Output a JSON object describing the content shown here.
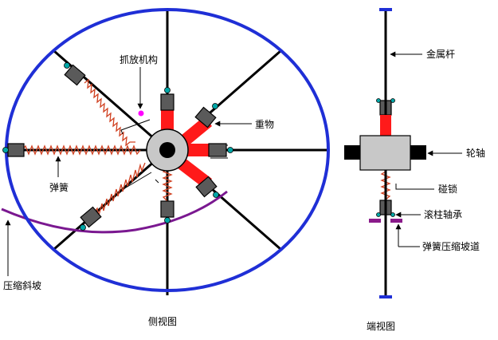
{
  "side_view": {
    "caption": "侧视图",
    "labels": {
      "grab_mechanism": "抓放机构",
      "weight": "重物",
      "spring": "弹簧",
      "compression_slope": "压缩斜坡"
    }
  },
  "end_view": {
    "caption": "端视图",
    "labels": {
      "metal_rod": "金属杆",
      "wheel_axle": "轮轴",
      "latch": "碰锁",
      "roller_bearing": "滚柱轴承",
      "spring_compression_ramp": "弹簧压缩坡道"
    }
  },
  "colors": {
    "rim": "#1f2fd6",
    "weight_bar": "#ff1a1a",
    "spring": "#d04020",
    "slope": "#7a1890",
    "bearing": "#00a6a6",
    "hub": "#c8c8c8",
    "block": "#5a5a5a",
    "ramp": "#8a1a8a",
    "marker": "#ff00ff"
  }
}
